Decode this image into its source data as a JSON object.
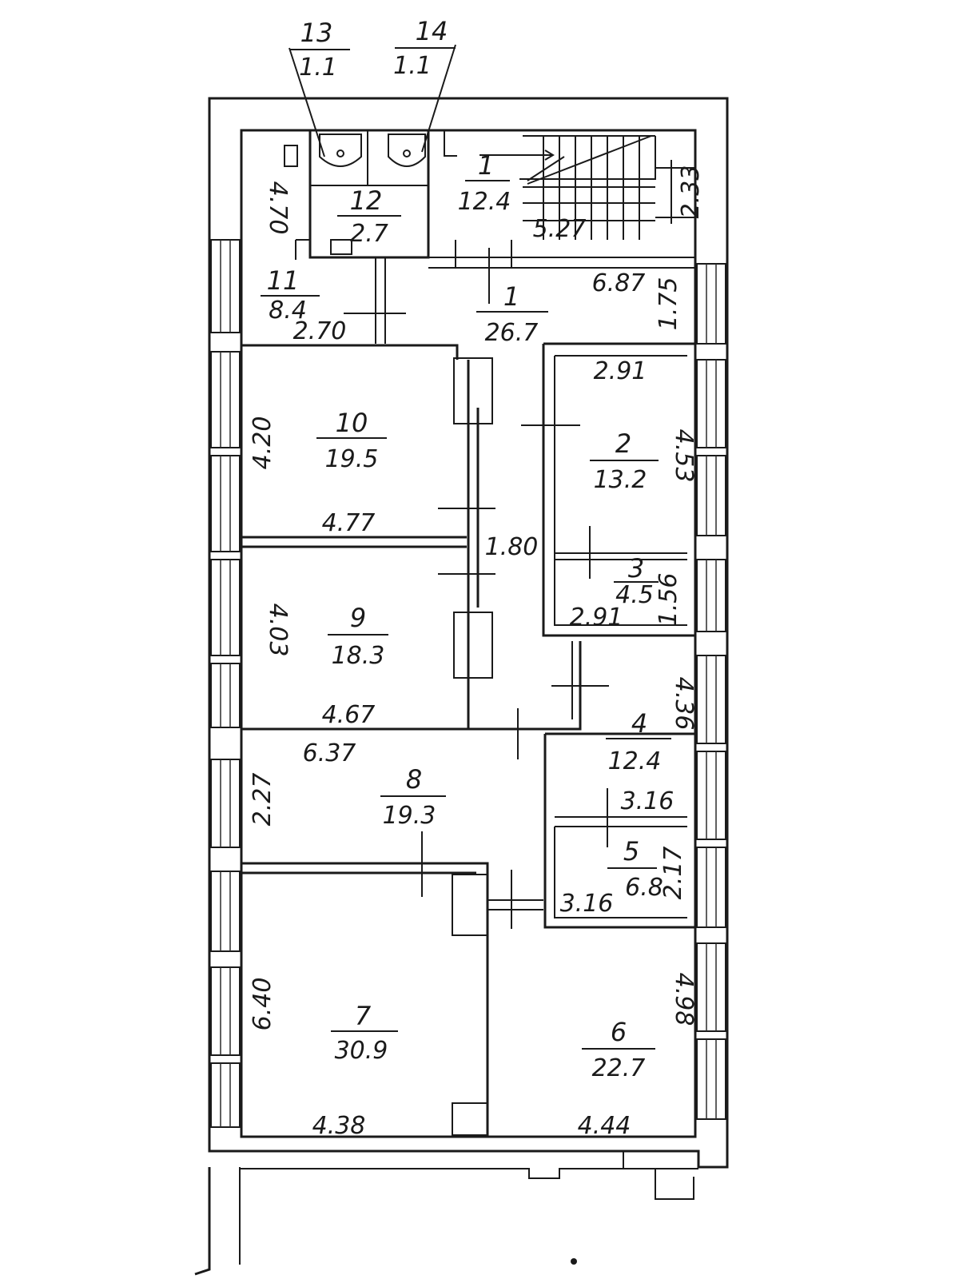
{
  "rooms": [
    {
      "id": "1",
      "number": "1",
      "area": "12.4"
    },
    {
      "id": "1b",
      "number": "1",
      "area": "26.7"
    },
    {
      "id": "2",
      "number": "2",
      "area": "13.2"
    },
    {
      "id": "3",
      "number": "3",
      "area": "4.5"
    },
    {
      "id": "4",
      "number": "4",
      "area": "12.4"
    },
    {
      "id": "5",
      "number": "5",
      "area": "6.8"
    },
    {
      "id": "6",
      "number": "6",
      "area": "22.7"
    },
    {
      "id": "7",
      "number": "7",
      "area": "30.9"
    },
    {
      "id": "8",
      "number": "8",
      "area": "19.3"
    },
    {
      "id": "9",
      "number": "9",
      "area": "18.3"
    },
    {
      "id": "10",
      "number": "10",
      "area": "19.5"
    },
    {
      "id": "11",
      "number": "11",
      "area": "8.4"
    },
    {
      "id": "12",
      "number": "12",
      "area": "2.7"
    },
    {
      "id": "13",
      "number": "13",
      "area": "1.1"
    },
    {
      "id": "14",
      "number": "14",
      "area": "1.1"
    }
  ],
  "dimensions": [
    "4.70",
    "2.70",
    "6.87",
    "1.75",
    "5.27",
    "2.33",
    "2.91",
    "4.53",
    "1.56",
    "2.91",
    "4.20",
    "4.77",
    "1.80",
    "4.03",
    "4.67",
    "4.36",
    "3.16",
    "6.37",
    "2.27",
    "2.17",
    "3.16",
    "6.40",
    "4.38",
    "4.98",
    "4.44"
  ]
}
